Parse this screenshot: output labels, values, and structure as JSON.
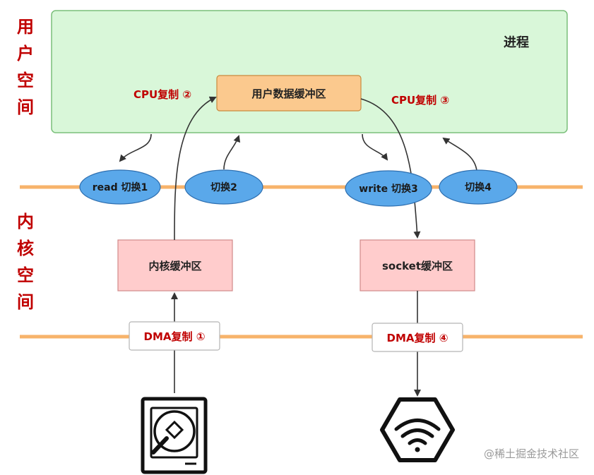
{
  "user_space_label": [
    "用",
    "户",
    "空",
    "间"
  ],
  "kernel_space_label": [
    "内",
    "核",
    "空",
    "间"
  ],
  "process": {
    "title": "进程",
    "user_buffer": "用户数据缓冲区",
    "cpu_copy_2": "CPU复制 ②",
    "cpu_copy_3": "CPU复制 ③"
  },
  "switches": [
    "read 切换1",
    "切换2",
    "write 切换3",
    "切换4"
  ],
  "kernel": {
    "kernel_buffer": "内核缓冲区",
    "socket_buffer": "socket缓冲区"
  },
  "dma": {
    "copy_1": "DMA复制 ①",
    "copy_4": "DMA复制 ④"
  },
  "devices": {
    "disk_icon": "hard-disk-icon",
    "network_icon": "wifi-network-icon"
  },
  "watermark": "@稀土掘金技术社区",
  "colors": {
    "process_fill": "#d9f7d9",
    "process_border": "#7abf7a",
    "user_buffer_fill": "#fbc98e",
    "user_buffer_border": "#c98a3e",
    "kernel_box_fill": "#ffcccc",
    "kernel_box_border": "#d08a8a",
    "switch_fill": "#5aa8ea",
    "switch_border": "#2e6fb0",
    "boundary_line": "#f7b36b",
    "label_red": "#c00000"
  }
}
